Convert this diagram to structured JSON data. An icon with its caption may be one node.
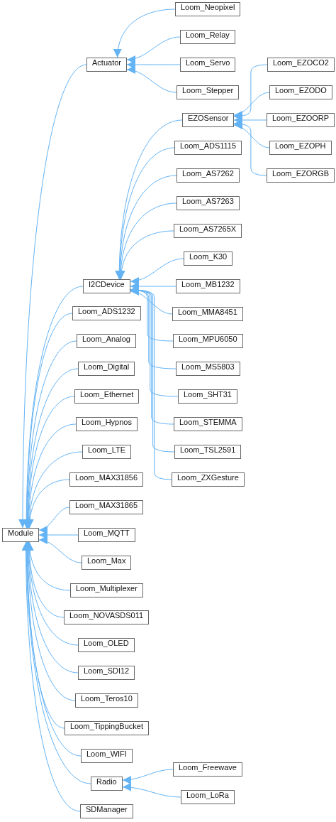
{
  "diagram": {
    "nodes": [
      {
        "text": [
          "Module"
        ]
      },
      {
        "text": [
          "Actuator"
        ]
      },
      {
        "text": [
          "Loom_Neopixel"
        ]
      },
      {
        "text": [
          "Loom_Relay"
        ]
      },
      {
        "text": [
          "Loom_Servo"
        ]
      },
      {
        "text": [
          "Loom_Stepper"
        ]
      },
      {
        "text": [
          "I2CDevice"
        ]
      },
      {
        "text": [
          "EZOSensor"
        ]
      },
      {
        "text": [
          "Loom_EZOCO2"
        ]
      },
      {
        "text": [
          "Loom_EZODO"
        ]
      },
      {
        "text": [
          "Loom_EZOORP"
        ]
      },
      {
        "text": [
          "Loom_EZOPH"
        ]
      },
      {
        "text": [
          "Loom_EZORGB"
        ]
      },
      {
        "text": [
          "Loom_ADS1115"
        ]
      },
      {
        "text": [
          "Loom_AS7262"
        ]
      },
      {
        "text": [
          "Loom_AS7263"
        ]
      },
      {
        "text": [
          "Loom_AS7265X"
        ]
      },
      {
        "text": [
          "Loom_K30"
        ]
      },
      {
        "text": [
          "Loom_MB1232"
        ]
      },
      {
        "text": [
          "Loom_MMA8451"
        ]
      },
      {
        "text": [
          "Loom_MPU6050"
        ]
      },
      {
        "text": [
          "Loom_MS5803"
        ]
      },
      {
        "text": [
          "Loom_SHT31"
        ]
      },
      {
        "text": [
          "Loom_STEMMA"
        ]
      },
      {
        "text": [
          "Loom_TSL2591"
        ]
      },
      {
        "text": [
          "Loom_ZXGesture"
        ]
      },
      {
        "text": [
          "Loom_ADS1232"
        ]
      },
      {
        "text": [
          "Loom_Analog"
        ]
      },
      {
        "text": [
          "Loom_Digital"
        ]
      },
      {
        "text": [
          "Loom_Ethernet"
        ]
      },
      {
        "text": [
          "Loom_Hypnos"
        ]
      },
      {
        "text": [
          "Loom_LTE"
        ]
      },
      {
        "text": [
          "Loom_MAX31856"
        ]
      },
      {
        "text": [
          "Loom_MAX31865"
        ]
      },
      {
        "text": [
          "Loom_MQTT"
        ]
      },
      {
        "text": [
          "Loom_Max"
        ]
      },
      {
        "text": [
          "Loom_Multiplexer"
        ]
      },
      {
        "text": [
          "Loom_NOVASDS011"
        ]
      },
      {
        "text": [
          "Loom_OLED"
        ]
      },
      {
        "text": [
          "Loom_SDI12"
        ]
      },
      {
        "text": [
          "Loom_Teros10"
        ]
      },
      {
        "text": [
          "Loom_TippingBucket"
        ]
      },
      {
        "text": [
          "Loom_WIFI"
        ]
      },
      {
        "text": [
          "Radio"
        ]
      },
      {
        "text": [
          "Loom_Freewave"
        ]
      },
      {
        "text": [
          "Loom_LoRa"
        ]
      },
      {
        "text": [
          "SDManager"
        ]
      }
    ],
    "edges": [
      {
        "from": 1,
        "to": 0,
        "arrow": "to"
      },
      {
        "from": 2,
        "to": 1,
        "arrow": "to"
      },
      {
        "from": 3,
        "to": 1,
        "arrow": "to"
      },
      {
        "from": 4,
        "to": 1,
        "arrow": "to"
      },
      {
        "from": 5,
        "to": 1,
        "arrow": "to"
      },
      {
        "from": 6,
        "to": 0,
        "arrow": "to"
      },
      {
        "from": 7,
        "to": 6,
        "arrow": "to"
      },
      {
        "from": 8,
        "to": 7,
        "arrow": "to"
      },
      {
        "from": 9,
        "to": 7,
        "arrow": "to"
      },
      {
        "from": 10,
        "to": 7,
        "arrow": "to"
      },
      {
        "from": 11,
        "to": 7,
        "arrow": "to"
      },
      {
        "from": 12,
        "to": 7,
        "arrow": "to"
      },
      {
        "from": 13,
        "to": 6,
        "arrow": "to"
      },
      {
        "from": 14,
        "to": 6,
        "arrow": "to"
      },
      {
        "from": 15,
        "to": 6,
        "arrow": "to"
      },
      {
        "from": 16,
        "to": 6,
        "arrow": "to"
      },
      {
        "from": 17,
        "to": 6,
        "arrow": "to"
      },
      {
        "from": 18,
        "to": 6,
        "arrow": "to"
      },
      {
        "from": 19,
        "to": 6,
        "arrow": "to"
      },
      {
        "from": 20,
        "to": 6,
        "arrow": "to"
      },
      {
        "from": 21,
        "to": 6,
        "arrow": "to"
      },
      {
        "from": 22,
        "to": 6,
        "arrow": "to"
      },
      {
        "from": 23,
        "to": 6,
        "arrow": "to"
      },
      {
        "from": 24,
        "to": 6,
        "arrow": "to"
      },
      {
        "from": 25,
        "to": 6,
        "arrow": "to"
      },
      {
        "from": 26,
        "to": 0,
        "arrow": "to"
      },
      {
        "from": 27,
        "to": 0,
        "arrow": "to"
      },
      {
        "from": 28,
        "to": 0,
        "arrow": "to"
      },
      {
        "from": 29,
        "to": 0,
        "arrow": "to"
      },
      {
        "from": 30,
        "to": 0,
        "arrow": "to"
      },
      {
        "from": 31,
        "to": 0,
        "arrow": "to"
      },
      {
        "from": 32,
        "to": 0,
        "arrow": "to"
      },
      {
        "from": 33,
        "to": 0,
        "arrow": "to"
      },
      {
        "from": 34,
        "to": 0,
        "arrow": "to"
      },
      {
        "from": 35,
        "to": 0,
        "arrow": "to"
      },
      {
        "from": 36,
        "to": 0,
        "arrow": "to"
      },
      {
        "from": 37,
        "to": 0,
        "arrow": "to"
      },
      {
        "from": 38,
        "to": 0,
        "arrow": "to"
      },
      {
        "from": 39,
        "to": 0,
        "arrow": "to"
      },
      {
        "from": 40,
        "to": 0,
        "arrow": "to"
      },
      {
        "from": 41,
        "to": 0,
        "arrow": "to"
      },
      {
        "from": 42,
        "to": 0,
        "arrow": "to"
      },
      {
        "from": 43,
        "to": 0,
        "arrow": "to"
      },
      {
        "from": 44,
        "to": 43,
        "arrow": "to"
      },
      {
        "from": 45,
        "to": 43,
        "arrow": "to"
      },
      {
        "from": 46,
        "to": 0,
        "arrow": "to"
      }
    ]
  }
}
